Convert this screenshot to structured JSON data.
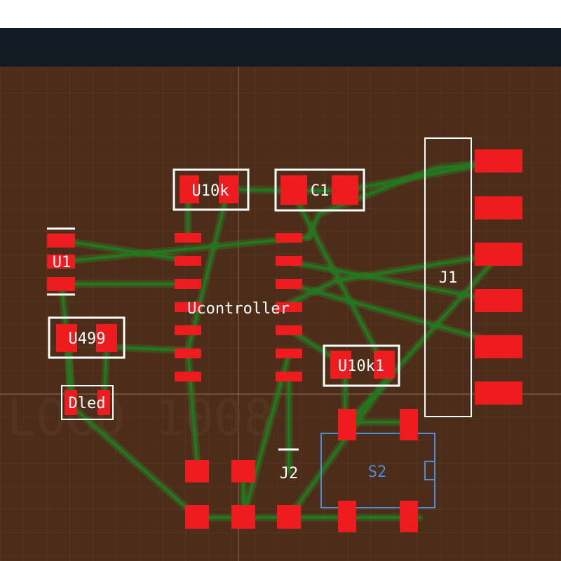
{
  "app": {
    "window": "PCB layout editor",
    "colors": {
      "header_bg": "#131b24",
      "board_bg": "#4c2d1a",
      "copper_pad": "#ee1b1f",
      "trace": "#1f7a1f",
      "silkscreen": "#ffffff",
      "switch_outline": "#4a8fd6"
    }
  },
  "board": {
    "components": {
      "u10k": "U10k",
      "c1": "C1",
      "u1": "U1",
      "ucontroller": "Ucontroller",
      "u499": "U499",
      "dled": "Dled",
      "j1": "J1",
      "u10k1": "U10k1",
      "j2": "J2",
      "s2": "S2"
    },
    "watermark": "LOGO 1008"
  }
}
